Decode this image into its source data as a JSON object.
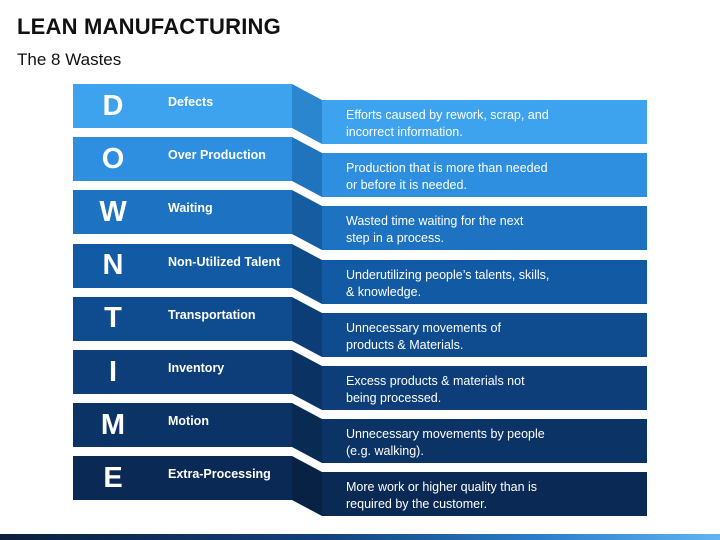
{
  "title": "LEAN MANUFACTURING",
  "subtitle": "The 8 Wastes",
  "items": [
    {
      "letter": "D",
      "label": "Defects",
      "description": [
        "Efforts caused by rework, scrap, and",
        "incorrect information."
      ],
      "color": "#3ea3ef",
      "fold_color": "#2a87cf"
    },
    {
      "letter": "O",
      "label": "Over Production",
      "description": [
        "Production that is more than needed",
        "or before it is needed."
      ],
      "color": "#2e8fe0",
      "fold_color": "#2074be"
    },
    {
      "letter": "W",
      "label": "Waiting",
      "description": [
        "Wasted time waiting for the next",
        "step in a process."
      ],
      "color": "#1d72c2",
      "fold_color": "#155ca0"
    },
    {
      "letter": "N",
      "label": "Non-Utilized Talent",
      "description": [
        "Underutilizing people’s talents, skills,",
        "& knowledge."
      ],
      "color": "#135aa5",
      "fold_color": "#0f4a88"
    },
    {
      "letter": "T",
      "label": "Transportation",
      "description": [
        "Unnecessary movements of",
        "products & Materials."
      ],
      "color": "#0f4b8f",
      "fold_color": "#0c3d76"
    },
    {
      "letter": "I",
      "label": "Inventory",
      "description": [
        "Excess products & materials not",
        "being processed."
      ],
      "color": "#0d3e79",
      "fold_color": "#0a3263"
    },
    {
      "letter": "M",
      "label": "Motion",
      "description": [
        "Unnecessary movements by people",
        "(e.g. walking)."
      ],
      "color": "#0b3366",
      "fold_color": "#092a53"
    },
    {
      "letter": "E",
      "label": "Extra-Processing",
      "description": [
        "More work or higher quality than is",
        "required by the customer."
      ],
      "color": "#0a2a55",
      "fold_color": "#082245"
    }
  ]
}
